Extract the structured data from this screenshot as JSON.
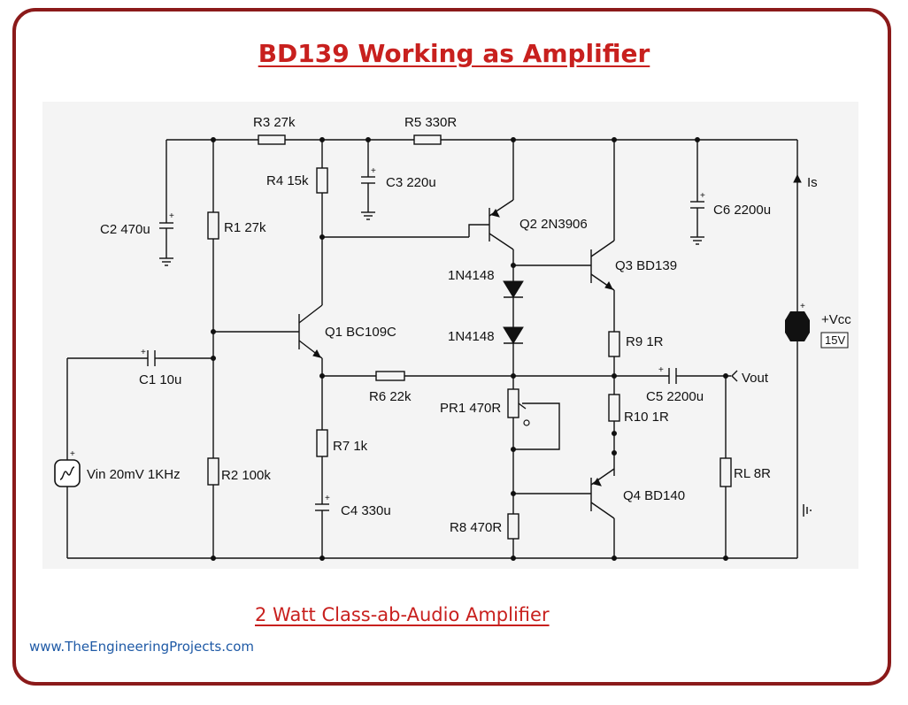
{
  "title": "BD139 Working as Amplifier",
  "subtitle": "2 Watt Class-ab-Audio Amplifier",
  "website": "www.TheEngineeringProjects.com",
  "components": {
    "r3": "R3 27k",
    "r5": "R5 330R",
    "r4": "R4 15k",
    "c3": "C3 220u",
    "c2": "C2 470u",
    "r1": "R1 27k",
    "q2": "Q2 2N3906",
    "c6": "C6 2200u",
    "is": "Is",
    "q3": "Q3 BD139",
    "d1": "1N4148",
    "d2": "1N4148",
    "q1": "Q1 BC109C",
    "vcc": "+Vcc",
    "vcc_value": "15V",
    "r9": "R9 1R",
    "c1": "C1 10u",
    "c5": "C5 2200u",
    "vout": "Vout",
    "r6": "R6 22k",
    "pr1": "PR1 470R",
    "r10": "R10 1R",
    "vin": "Vin 20mV 1KHz",
    "r2": "R2 100k",
    "r7": "R7 1k",
    "rl": "RL 8R",
    "q4": "Q4 BD140",
    "c4": "C4 330u",
    "r8": "R8 470R"
  },
  "colors": {
    "frame": "#8b1a1a",
    "title": "#c8201e",
    "link": "#1f5aa6",
    "schematic_bg": "#f4f4f4"
  }
}
